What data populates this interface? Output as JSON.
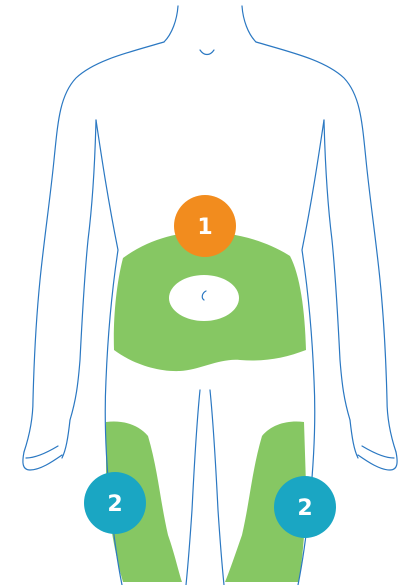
{
  "zones": [
    {
      "id": "abdomen",
      "label": "1",
      "color": "#f28c1e"
    },
    {
      "id": "left-thigh",
      "label": "2",
      "color": "#1aa6c3"
    },
    {
      "id": "right-thigh",
      "label": "2",
      "color": "#1aa6c3"
    }
  ],
  "colors": {
    "injection_area": "#86c763",
    "outline": "#2b78c2",
    "background": "#ffffff",
    "navel_area": "#ffffff"
  }
}
